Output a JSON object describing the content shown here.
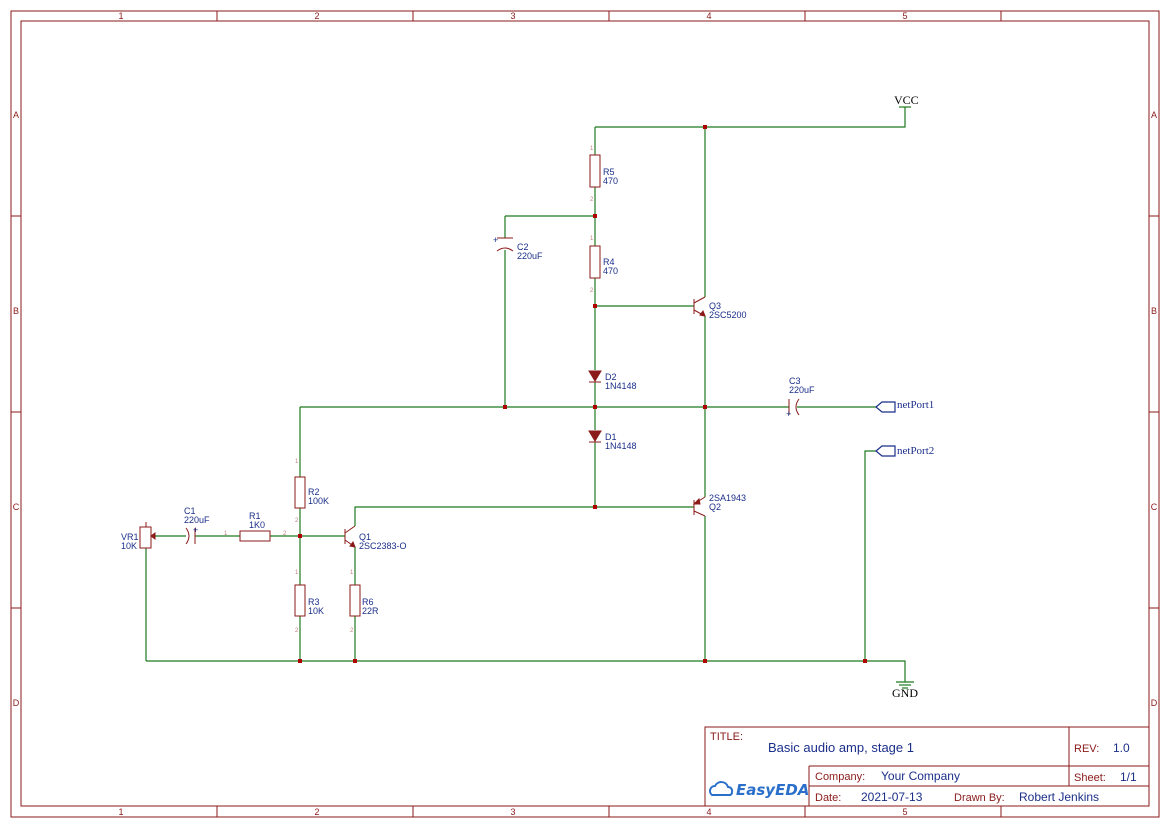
{
  "sheet": {
    "columns": [
      "1",
      "2",
      "3",
      "4",
      "5"
    ],
    "rows": [
      "A",
      "B",
      "C",
      "D"
    ]
  },
  "components": {
    "vr1": {
      "ref": "VR1",
      "value": "10K"
    },
    "c1": {
      "ref": "C1",
      "value": "220uF"
    },
    "r1": {
      "ref": "R1",
      "value": "1K0"
    },
    "r2": {
      "ref": "R2",
      "value": "100K"
    },
    "r3": {
      "ref": "R3",
      "value": "10K"
    },
    "r6": {
      "ref": "R6",
      "value": "22R"
    },
    "q1": {
      "ref": "Q1",
      "value": "2SC2383-O"
    },
    "c2": {
      "ref": "C2",
      "value": "220uF"
    },
    "r5": {
      "ref": "R5",
      "value": "470"
    },
    "r4": {
      "ref": "R4",
      "value": "470"
    },
    "d2": {
      "ref": "D2",
      "value": "1N4148"
    },
    "d1": {
      "ref": "D1",
      "value": "1N4148"
    },
    "q3": {
      "ref": "Q3",
      "value": "2SC5200"
    },
    "q2": {
      "ref": "Q2",
      "value": "2SA1943"
    },
    "c3": {
      "ref": "C3",
      "value": "220uF"
    }
  },
  "pins": {
    "one": "1",
    "two": "2",
    "plus": "+"
  },
  "nets": {
    "vcc": "VCC",
    "gnd": "GND",
    "port1": "netPort1",
    "port2": "netPort2"
  },
  "title_block": {
    "title_label": "TITLE:",
    "title": "Basic audio amp, stage 1",
    "rev_label": "REV:",
    "rev": "1.0",
    "company_label": "Company:",
    "company": "Your Company",
    "sheet_label": "Sheet:",
    "sheet": "1/1",
    "date_label": "Date:",
    "date": "2021-07-13",
    "drawn_by_label": "Drawn By:",
    "drawn_by": "Robert Jenkins",
    "logo": "EasyEDA",
    "logo_icon": "cloud-icon"
  },
  "colors": {
    "frame": "#8b1a1a",
    "wire": "#1f7a1f",
    "label": "#1b2f8a",
    "junction": "#b00000",
    "logo": "#2a6fc9"
  }
}
